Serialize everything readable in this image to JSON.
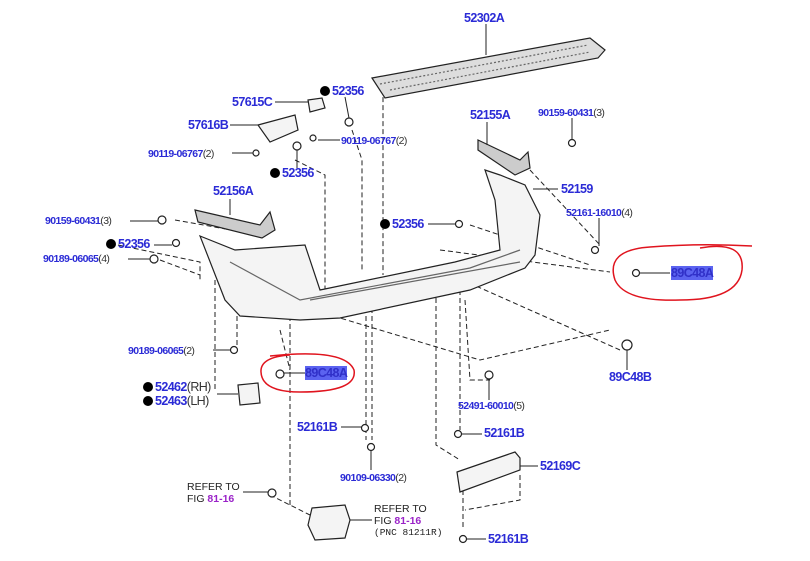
{
  "labels": {
    "p52302A": "52302A",
    "p52356_a": "52356",
    "p57615C": "57615C",
    "p57616B": "57616B",
    "p90119_a": "90119-06767",
    "p90119_a_q": "(2)",
    "p90119_b": "90119-06767",
    "p90119_b_q": "(2)",
    "p52356_b": "52356",
    "p52156A": "52156A",
    "p90159_a": "90159-60431",
    "p90159_a_q": "(3)",
    "p52356_c": "52356",
    "p90189_a": "90189-06065",
    "p90189_a_q": "(4)",
    "p52356_d": "52356",
    "p52155A": "52155A",
    "p90159_b": "90159-60431",
    "p90159_b_q": "(3)",
    "p52159": "52159",
    "p52161_16010": "52161-16010",
    "p52161_16010_q": "(4)",
    "p89C48A_right": "89C48A",
    "p89C48B": "89C48B",
    "p90189_b": "90189-06065",
    "p90189_b_q": "(2)",
    "p89C48A_left": "89C48A",
    "p52462": "52462",
    "p52462_q": "(RH)",
    "p52463": "52463",
    "p52463_q": "(LH)",
    "p52491": "52491-60010",
    "p52491_q": "(5)",
    "p52161B_a": "52161B",
    "p52161B_b": "52161B",
    "p52161B_c": "52161B",
    "p52169C": "52169C",
    "p90109": "90109-06330",
    "p90109_q": "(2)"
  },
  "refs": [
    {
      "line1": "REFER TO",
      "fig": "FIG ",
      "fignum": "81-16"
    },
    {
      "line1": "REFER TO",
      "fig": "FIG ",
      "fignum": "81-16",
      "pnc": "(PNC 81211R)"
    }
  ],
  "colors": {
    "label": "#2b2bd6",
    "highlight": "#5b63f0",
    "circle": "#e0141e"
  }
}
